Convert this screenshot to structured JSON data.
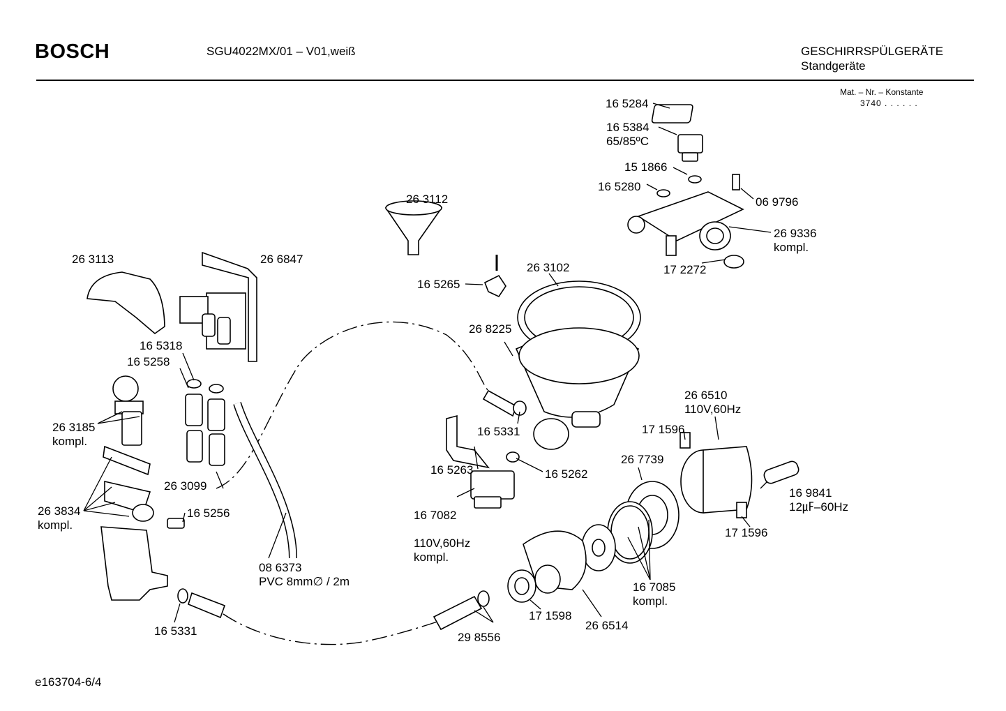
{
  "header": {
    "brand": "BOSCH",
    "model": "SGU4022MX/01 – V01,weiß",
    "category": "GESCHIRRSPÜLGERÄTE",
    "subcategory": "Standgeräte",
    "mat_label": "Mat. – Nr. – Konstante",
    "mat_value": "3740  .  .    .  .  .  ."
  },
  "footer": {
    "code": "e163704-6/4"
  },
  "labels": [
    {
      "id": "p165284",
      "lines": [
        "16 5284"
      ]
    },
    {
      "id": "p165384",
      "lines": [
        "16 5384",
        "65/85ºC"
      ]
    },
    {
      "id": "p151866",
      "lines": [
        "15 1866"
      ]
    },
    {
      "id": "p165280",
      "lines": [
        "16 5280"
      ]
    },
    {
      "id": "p069796",
      "lines": [
        "06 9796"
      ]
    },
    {
      "id": "p269336",
      "lines": [
        "26 9336",
        "kompl."
      ]
    },
    {
      "id": "p172272",
      "lines": [
        "17 2272"
      ]
    },
    {
      "id": "p263112",
      "lines": [
        "26 3112"
      ]
    },
    {
      "id": "p263113",
      "lines": [
        "26 3113"
      ]
    },
    {
      "id": "p266847",
      "lines": [
        "26 6847"
      ]
    },
    {
      "id": "p165265",
      "lines": [
        "16 5265"
      ]
    },
    {
      "id": "p263102",
      "lines": [
        "26 3102"
      ]
    },
    {
      "id": "p268225",
      "lines": [
        "26 8225"
      ]
    },
    {
      "id": "p165318",
      "lines": [
        "16 5318"
      ]
    },
    {
      "id": "p165258",
      "lines": [
        "16 5258"
      ]
    },
    {
      "id": "p263185",
      "lines": [
        "26 3185",
        "kompl."
      ]
    },
    {
      "id": "p165331a",
      "lines": [
        "16 5331"
      ]
    },
    {
      "id": "p266510",
      "lines": [
        "26 6510",
        "110V,60Hz"
      ]
    },
    {
      "id": "p171596a",
      "lines": [
        "17 1596"
      ]
    },
    {
      "id": "p165263",
      "lines": [
        "16 5263"
      ]
    },
    {
      "id": "p267739",
      "lines": [
        "26 7739"
      ]
    },
    {
      "id": "p165262",
      "lines": [
        "16 5262"
      ]
    },
    {
      "id": "p263099",
      "lines": [
        "26 3099"
      ]
    },
    {
      "id": "p263834",
      "lines": [
        "26 3834",
        "kompl."
      ]
    },
    {
      "id": "p165256",
      "lines": [
        "16 5256"
      ]
    },
    {
      "id": "p167082",
      "lines": [
        "16 7082",
        "",
        "110V,60Hz",
        "kompl."
      ]
    },
    {
      "id": "p169841",
      "lines": [
        "16 9841",
        "12㎌–60Hz"
      ]
    },
    {
      "id": "p171596b",
      "lines": [
        "17 1596"
      ]
    },
    {
      "id": "p086373",
      "lines": [
        "08 6373",
        "PVC 8mm∅ / 2m"
      ]
    },
    {
      "id": "p167085",
      "lines": [
        "16 7085",
        "kompl."
      ]
    },
    {
      "id": "p171598",
      "lines": [
        "17 1598"
      ]
    },
    {
      "id": "p266514",
      "lines": [
        "26 6514"
      ]
    },
    {
      "id": "p165331b",
      "lines": [
        "16 5331"
      ]
    },
    {
      "id": "p298556",
      "lines": [
        "29 8556"
      ]
    }
  ]
}
